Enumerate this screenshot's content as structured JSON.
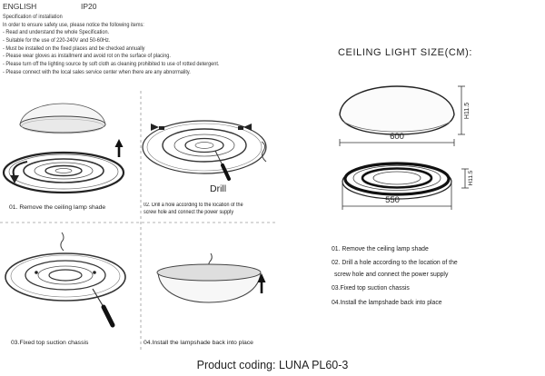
{
  "header": {
    "language": "ENGLISH",
    "ip_rating": "IP20"
  },
  "specification": {
    "title": "Specification of installation",
    "intro": "In order to ensure safety use, please notice the following items:",
    "items": [
      "- Read and understand the whole Specification.",
      "- Suitable for the use of 220-240V and 50-60Hz.",
      "- Must be installed on the fixed places and be checked annually",
      "- Please wear gloves as installment and avoid rot on the surface of placing.",
      "- Please turn off the lighting source by soft cloth as cleaning prohibited to use of rotted detergent.",
      "- Please connect with the local sales service center when there are any abnormality."
    ]
  },
  "size": {
    "title": "CEILING LIGHT SIZE(CM):",
    "top": {
      "height": "H11.5",
      "width": "600"
    },
    "bottom": {
      "height": "H11.5",
      "width": "550"
    }
  },
  "panels": {
    "step1": "01. Remove the ceiling lamp shade",
    "step2_line1": "02. Drill a hole according to the location of the",
    "step2_line2": "screw hole and connect the power supply",
    "step3": "03.Fixed top suction chassis",
    "step4": "04.Install the lampshade back into place",
    "drill_label": "Drill"
  },
  "steps": {
    "step1": "01. Remove the ceiling lamp shade",
    "step2_line1": "02. Drill a hole according to the location of the",
    "step2_line2": "screw hole and connect the power supply",
    "step3": "03.Fixed top suction chassis",
    "step4": "04.Install the lampshade back into place"
  },
  "product_coding": "Product coding: LUNA PL60-3"
}
